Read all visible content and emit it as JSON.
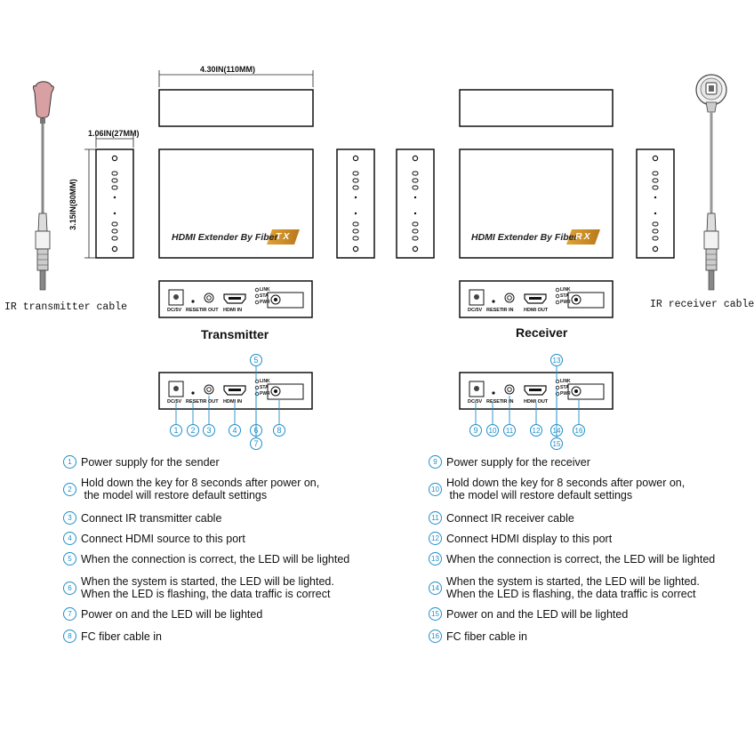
{
  "dimensions": {
    "width_label": "4.30IN(110MM)",
    "depth_label": "1.06IN(27MM)",
    "height_label": "3.15IN(80MM)"
  },
  "cables": {
    "ir_tx": "IR transmitter cable",
    "ir_rx": "IR receiver cable"
  },
  "devices": {
    "tx_label": "HDMI Extender By Fiber",
    "tx_badge": "TX",
    "rx_label": "HDMI Extender By Fiber",
    "rx_badge": "RX"
  },
  "panels": {
    "transmitter_title": "Transmitter",
    "receiver_title": "Receiver",
    "tx_ports": [
      "DC/5V",
      "RESET",
      "IR OUT",
      "HDMI IN"
    ],
    "rx_ports": [
      "DC/5V",
      "RESET",
      "IR IN",
      "HDMI OUT"
    ],
    "leds": [
      "LINK",
      "STA",
      "PWR"
    ]
  },
  "callouts": {
    "tx": [
      "1",
      "2",
      "3",
      "4",
      "5",
      "6",
      "7",
      "8"
    ],
    "rx": [
      "9",
      "10",
      "11",
      "12",
      "13",
      "14",
      "15",
      "16"
    ]
  },
  "descriptions": {
    "tx": [
      {
        "n": "1",
        "text": "Power supply for the sender"
      },
      {
        "n": "2",
        "text": "Hold down the key for 8 seconds after power on,\n the model will restore default settings"
      },
      {
        "n": "3",
        "text": "Connect IR transmitter cable"
      },
      {
        "n": "4",
        "text": "Connect HDMI source to this port"
      },
      {
        "n": "5",
        "text": "When the connection is correct, the LED will be lighted"
      },
      {
        "n": "6",
        "text": "When the system is started, the LED will be lighted.\nWhen the LED is flashing, the data traffic is correct"
      },
      {
        "n": "7",
        "text": "Power on and the LED will be lighted"
      },
      {
        "n": "8",
        "text": "FC fiber cable in"
      }
    ],
    "rx": [
      {
        "n": "9",
        "text": "Power supply for the receiver"
      },
      {
        "n": "10",
        "text": "Hold down the key for 8 seconds after power on,\n the model will restore default settings"
      },
      {
        "n": "11",
        "text": "Connect IR receiver cable"
      },
      {
        "n": "12",
        "text": "Connect HDMI display to this port"
      },
      {
        "n": "13",
        "text": "When the connection is correct, the LED will be lighted"
      },
      {
        "n": "14",
        "text": "When the system is started, the LED will be lighted.\nWhen the LED is flashing, the data traffic is correct"
      },
      {
        "n": "15",
        "text": "Power on and the LED will be lighted"
      },
      {
        "n": "16",
        "text": "FC fiber cable in"
      }
    ]
  },
  "colors": {
    "callout": "#1f8fc8",
    "badge_tx": "#c8902a",
    "badge_rx": "#c8902a"
  }
}
